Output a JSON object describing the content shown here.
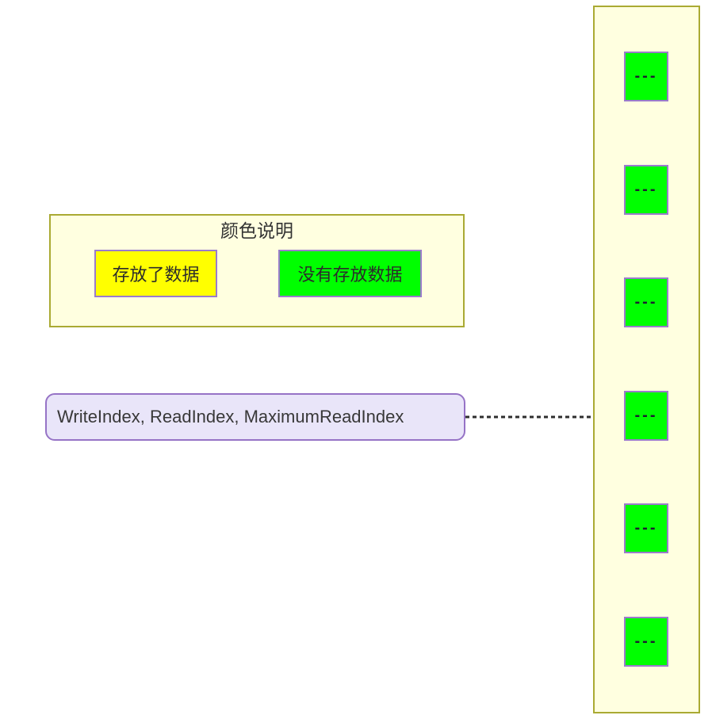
{
  "diagram": {
    "legend": {
      "title": "颜色说明",
      "items": [
        {
          "label": "存放了数据",
          "meaning": "slot-contains-data",
          "color": "#FFFF00"
        },
        {
          "label": "没有存放数据",
          "meaning": "slot-empty",
          "color": "#00FF00"
        }
      ]
    },
    "pointer": {
      "label": "WriteIndex, ReadIndex, MaximumReadIndex",
      "points_to_cell": 4
    },
    "buffer": {
      "cells": [
        {
          "label": "---",
          "state": "empty"
        },
        {
          "label": "---",
          "state": "empty"
        },
        {
          "label": "---",
          "state": "empty"
        },
        {
          "label": "---",
          "state": "empty"
        },
        {
          "label": "---",
          "state": "empty"
        },
        {
          "label": "---",
          "state": "empty"
        }
      ]
    },
    "colors": {
      "canvas-bg": "#FFFFFF",
      "panel-bg": "#FFFFE0",
      "panel-border": "#AAAA33",
      "cell-filled": "#FFFF00",
      "cell-empty": "#00FF00",
      "cell-border": "#9A7BCC",
      "pointer-bg": "#E9E5F9",
      "pointer-border": "#9673C6",
      "arrow": "#2E2E2E",
      "text": "#333333"
    }
  }
}
